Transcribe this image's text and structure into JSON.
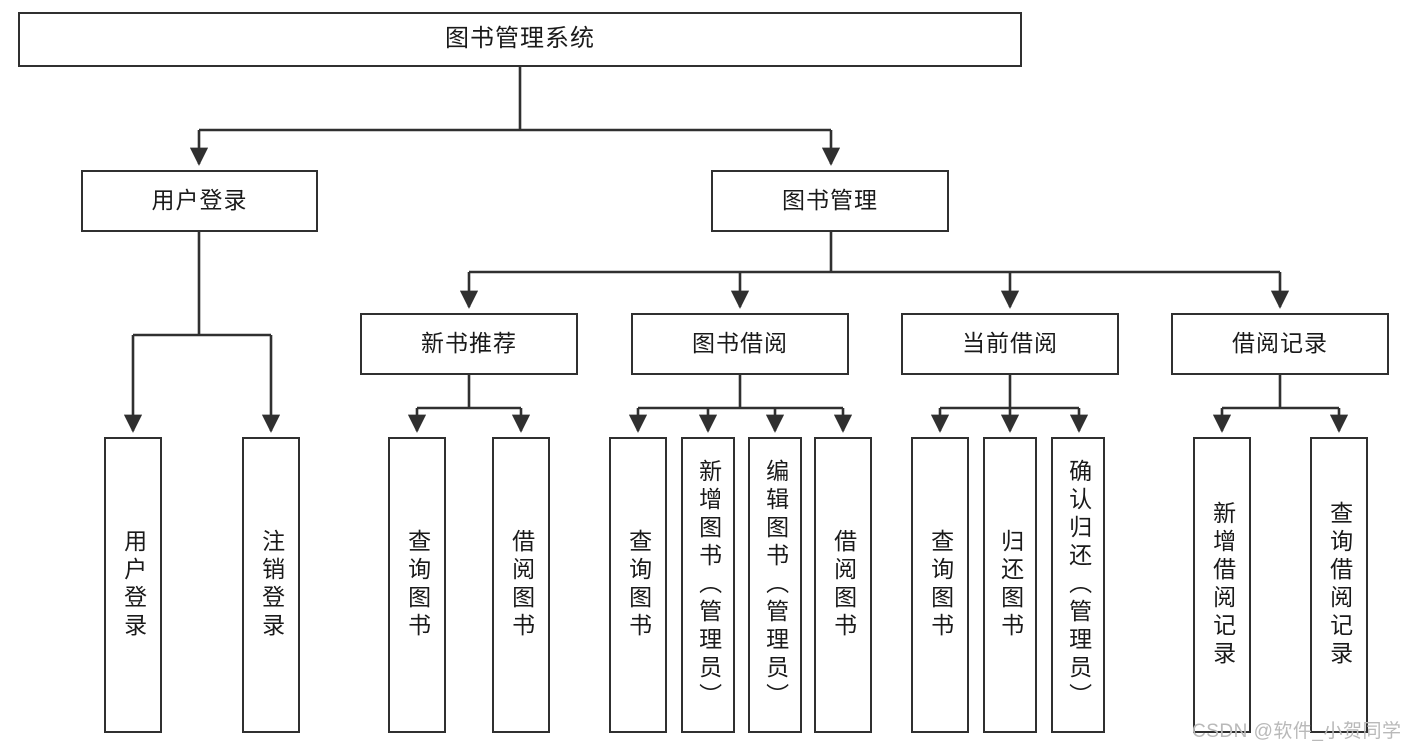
{
  "diagram": {
    "title": "图书管理系统",
    "type": "tree-hierarchy-diagram",
    "root": {
      "label": "图书管理系统"
    },
    "level2": [
      {
        "label": "用户登录"
      },
      {
        "label": "图书管理"
      }
    ],
    "level3": [
      {
        "label": "新书推荐"
      },
      {
        "label": "图书借阅"
      },
      {
        "label": "当前借阅"
      },
      {
        "label": "借阅记录"
      }
    ],
    "leaves": {
      "user_login": [
        {
          "label": "用户登录"
        },
        {
          "label": "注销登录"
        }
      ],
      "new_book_recommend": [
        {
          "label": "查询图书"
        },
        {
          "label": "借阅图书"
        }
      ],
      "book_borrow": [
        {
          "label": "查询图书"
        },
        {
          "label": "新增图书（管理员）"
        },
        {
          "label": "编辑图书（管理员）"
        },
        {
          "label": "借阅图书"
        }
      ],
      "current_borrow": [
        {
          "label": "查询图书"
        },
        {
          "label": "归还图书"
        },
        {
          "label": "确认归还（管理员）"
        }
      ],
      "borrow_record": [
        {
          "label": "新增借阅记录"
        },
        {
          "label": "查询借阅记录"
        }
      ]
    }
  },
  "watermark": {
    "text": "CSDN @软件_小贺同学"
  },
  "colors": {
    "border": "#303030",
    "text": "#1a1a1a",
    "background": "#ffffff",
    "watermark": "#b9b9b9"
  }
}
